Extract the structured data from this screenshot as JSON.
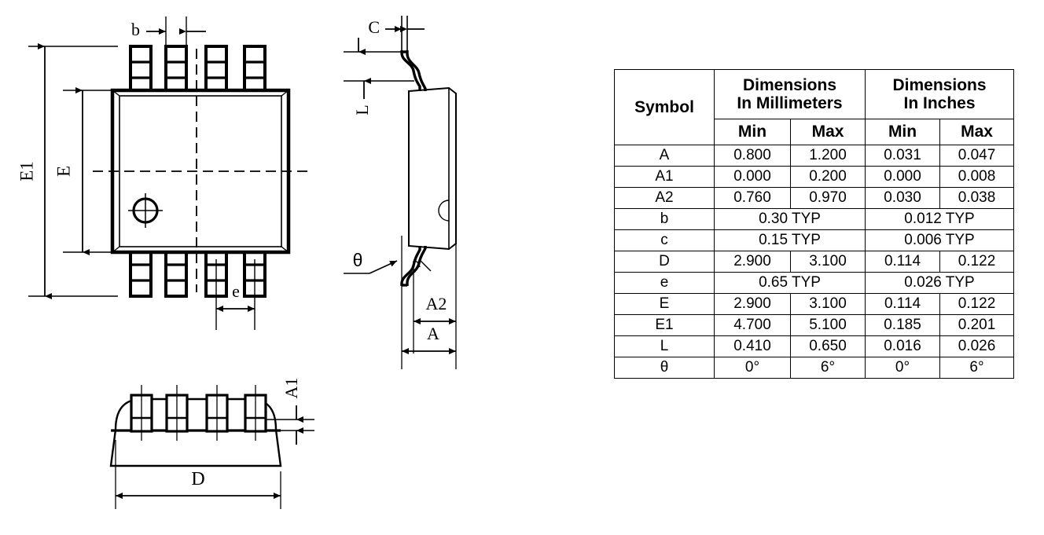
{
  "document": {
    "type": "package-outline-drawing",
    "package": "MSOP-8 / VSSOP-8 gull-wing surface mount package"
  },
  "table": {
    "name": "package-dimensions-table",
    "symbol_header": "Symbol",
    "group_headers": [
      {
        "line1": "Dimensions",
        "line2": "In Millimeters"
      },
      {
        "line1": "Dimensions",
        "line2": "In Inches"
      }
    ],
    "subheaders": [
      "Min",
      "Max",
      "Min",
      "Max"
    ],
    "rows": [
      {
        "symbol": "A",
        "mm_min": "0.800",
        "mm_max": "1.200",
        "in_min": "0.031",
        "in_max": "0.047",
        "span": false
      },
      {
        "symbol": "A1",
        "mm_min": "0.000",
        "mm_max": "0.200",
        "in_min": "0.000",
        "in_max": "0.008",
        "span": false
      },
      {
        "symbol": "A2",
        "mm_min": "0.760",
        "mm_max": "0.970",
        "in_min": "0.030",
        "in_max": "0.038",
        "span": false
      },
      {
        "symbol": "b",
        "mm_typ": "0.30 TYP",
        "in_typ": "0.012 TYP",
        "span": true
      },
      {
        "symbol": "c",
        "mm_typ": "0.15 TYP",
        "in_typ": "0.006 TYP",
        "span": true
      },
      {
        "symbol": "D",
        "mm_min": "2.900",
        "mm_max": "3.100",
        "in_min": "0.114",
        "in_max": "0.122",
        "span": false
      },
      {
        "symbol": "e",
        "mm_typ": "0.65 TYP",
        "in_typ": "0.026 TYP",
        "span": true
      },
      {
        "symbol": "E",
        "mm_min": "2.900",
        "mm_max": "3.100",
        "in_min": "0.114",
        "in_max": "0.122",
        "span": false
      },
      {
        "symbol": "E1",
        "mm_min": "4.700",
        "mm_max": "5.100",
        "in_min": "0.185",
        "in_max": "0.201",
        "span": false
      },
      {
        "symbol": "L",
        "mm_min": "0.410",
        "mm_max": "0.650",
        "in_min": "0.016",
        "in_max": "0.026",
        "span": false
      },
      {
        "symbol": "θ",
        "mm_min": "0°",
        "mm_max": "6°",
        "in_min": "0°",
        "in_max": "6°",
        "span": false
      }
    ]
  },
  "views": {
    "top_view": {
      "name": "top-view",
      "labels": {
        "E1": "E1",
        "E": "E",
        "b": "b",
        "e": "e"
      }
    },
    "side_view": {
      "name": "side-view",
      "labels": {
        "C": "C",
        "L": "L",
        "theta": "θ",
        "A2": "A2",
        "A": "A"
      }
    },
    "end_view": {
      "name": "end-view",
      "labels": {
        "D": "D",
        "A1": "A1"
      }
    }
  },
  "colors": {
    "line": "#000000",
    "background": "#ffffff"
  }
}
